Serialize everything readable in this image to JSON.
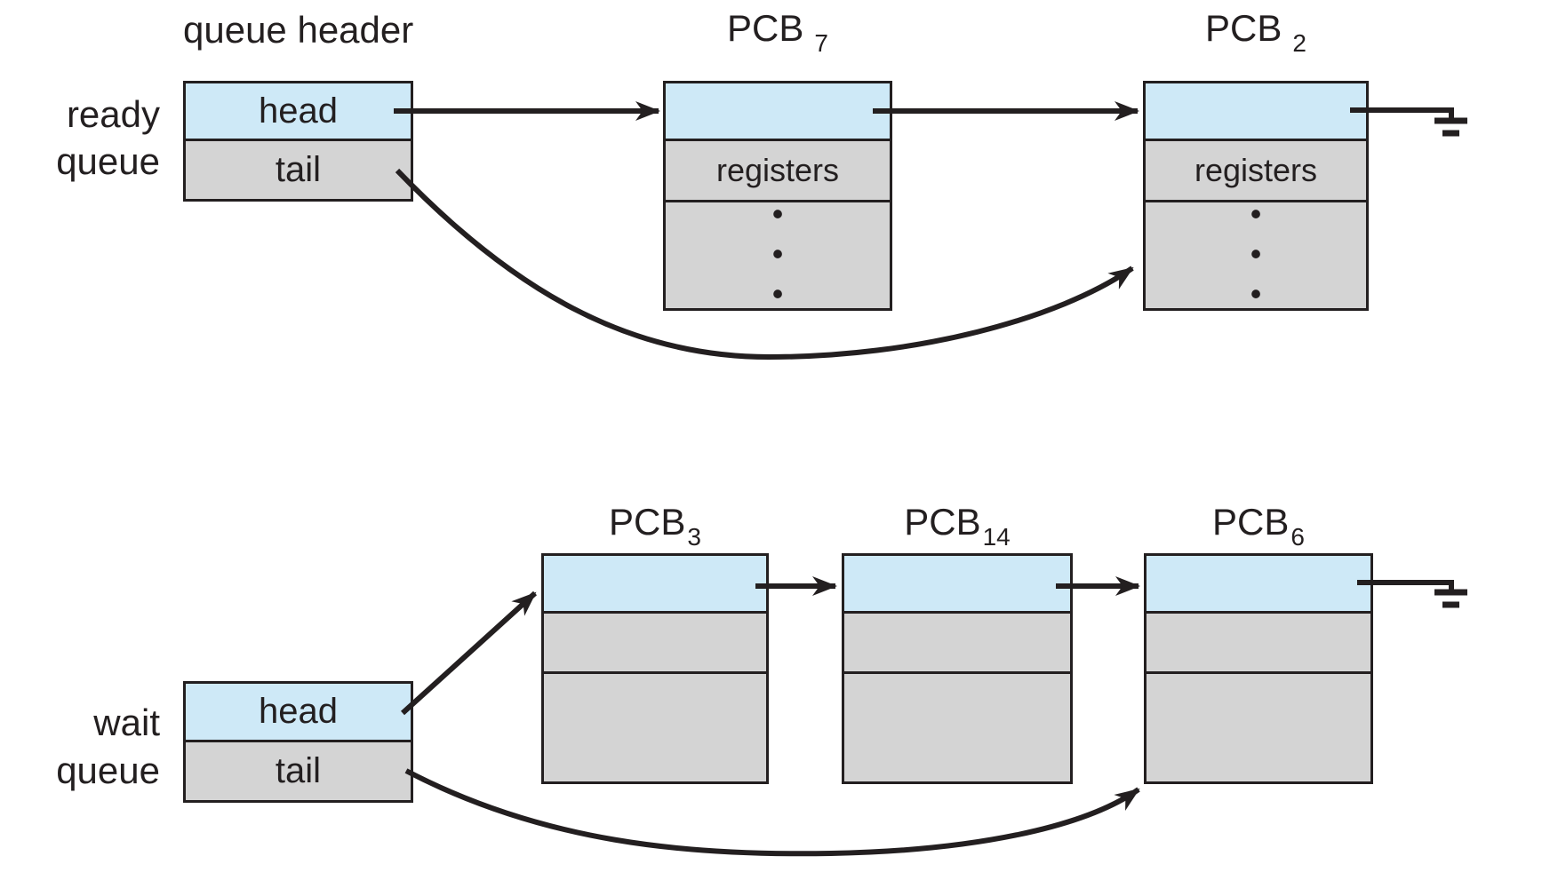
{
  "colors": {
    "blue": "#cee9f7",
    "gray": "#d4d4d4",
    "line": "#231f20",
    "bg": "#ffffff"
  },
  "ready_queue": {
    "header_caption": "queue header",
    "side_label_line1": "ready",
    "side_label_line2": "queue",
    "head_label": "head",
    "tail_label": "tail",
    "pcbs": [
      {
        "base": "PCB",
        "sub": "7",
        "registers_label": "registers",
        "ellipsis": "•\n•\n•"
      },
      {
        "base": "PCB",
        "sub": "2",
        "registers_label": "registers",
        "ellipsis": "•\n•\n•"
      }
    ]
  },
  "wait_queue": {
    "side_label_line1": "wait",
    "side_label_line2": "queue",
    "head_label": "head",
    "tail_label": "tail",
    "pcbs": [
      {
        "base": "PCB",
        "sub": "3"
      },
      {
        "base": "PCB",
        "sub": "14"
      },
      {
        "base": "PCB",
        "sub": "6"
      }
    ]
  }
}
